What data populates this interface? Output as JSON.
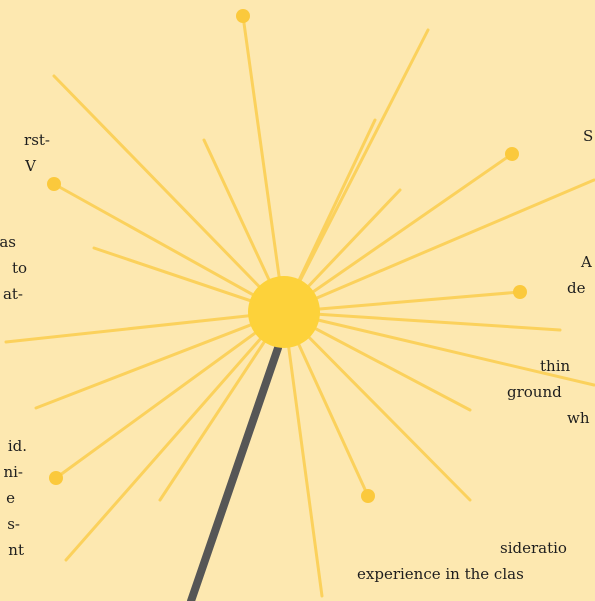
{
  "colors": {
    "background": "#fde8b0",
    "ray": "#fbd15c",
    "ray_dot": "#fbc93c",
    "hub": "#fdd23a",
    "stem": "#565656",
    "text": "#1e1e1e"
  },
  "text_fragments": {
    "left_1": "rst-",
    "left_2": "V",
    "left_3": "as",
    "left_4": "to",
    "left_5": "at-",
    "left_6": "id.",
    "left_7": "ni-",
    "left_8": "e",
    "left_9": "s-",
    "left_10": "nt",
    "right_1": "S",
    "right_2": "A",
    "right_3": "de",
    "right_4": "thin",
    "right_5": "ground",
    "right_6": "wh",
    "right_7": "sideratio",
    "right_8": "experience in the clas"
  }
}
